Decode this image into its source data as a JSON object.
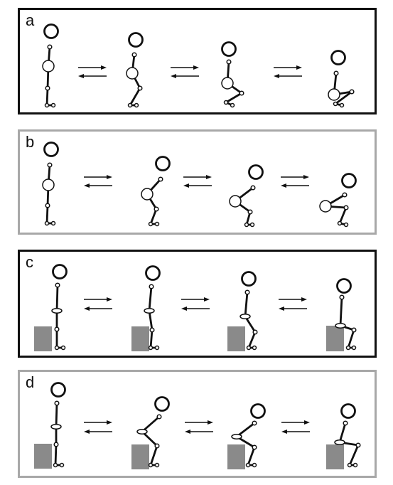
{
  "colors": {
    "frame_dark": "#111111",
    "frame_light": "#a8a8a8",
    "stroke": "#111111",
    "joint_fill": "#ffffff",
    "box_fill": "#8a8a8a"
  },
  "panels": [
    {
      "label": "a",
      "frame": "dark",
      "support": false
    },
    {
      "label": "b",
      "frame": "light",
      "support": false
    },
    {
      "label": "c",
      "frame": "dark",
      "support": true
    },
    {
      "label": "d",
      "frame": "light",
      "support": true
    }
  ]
}
